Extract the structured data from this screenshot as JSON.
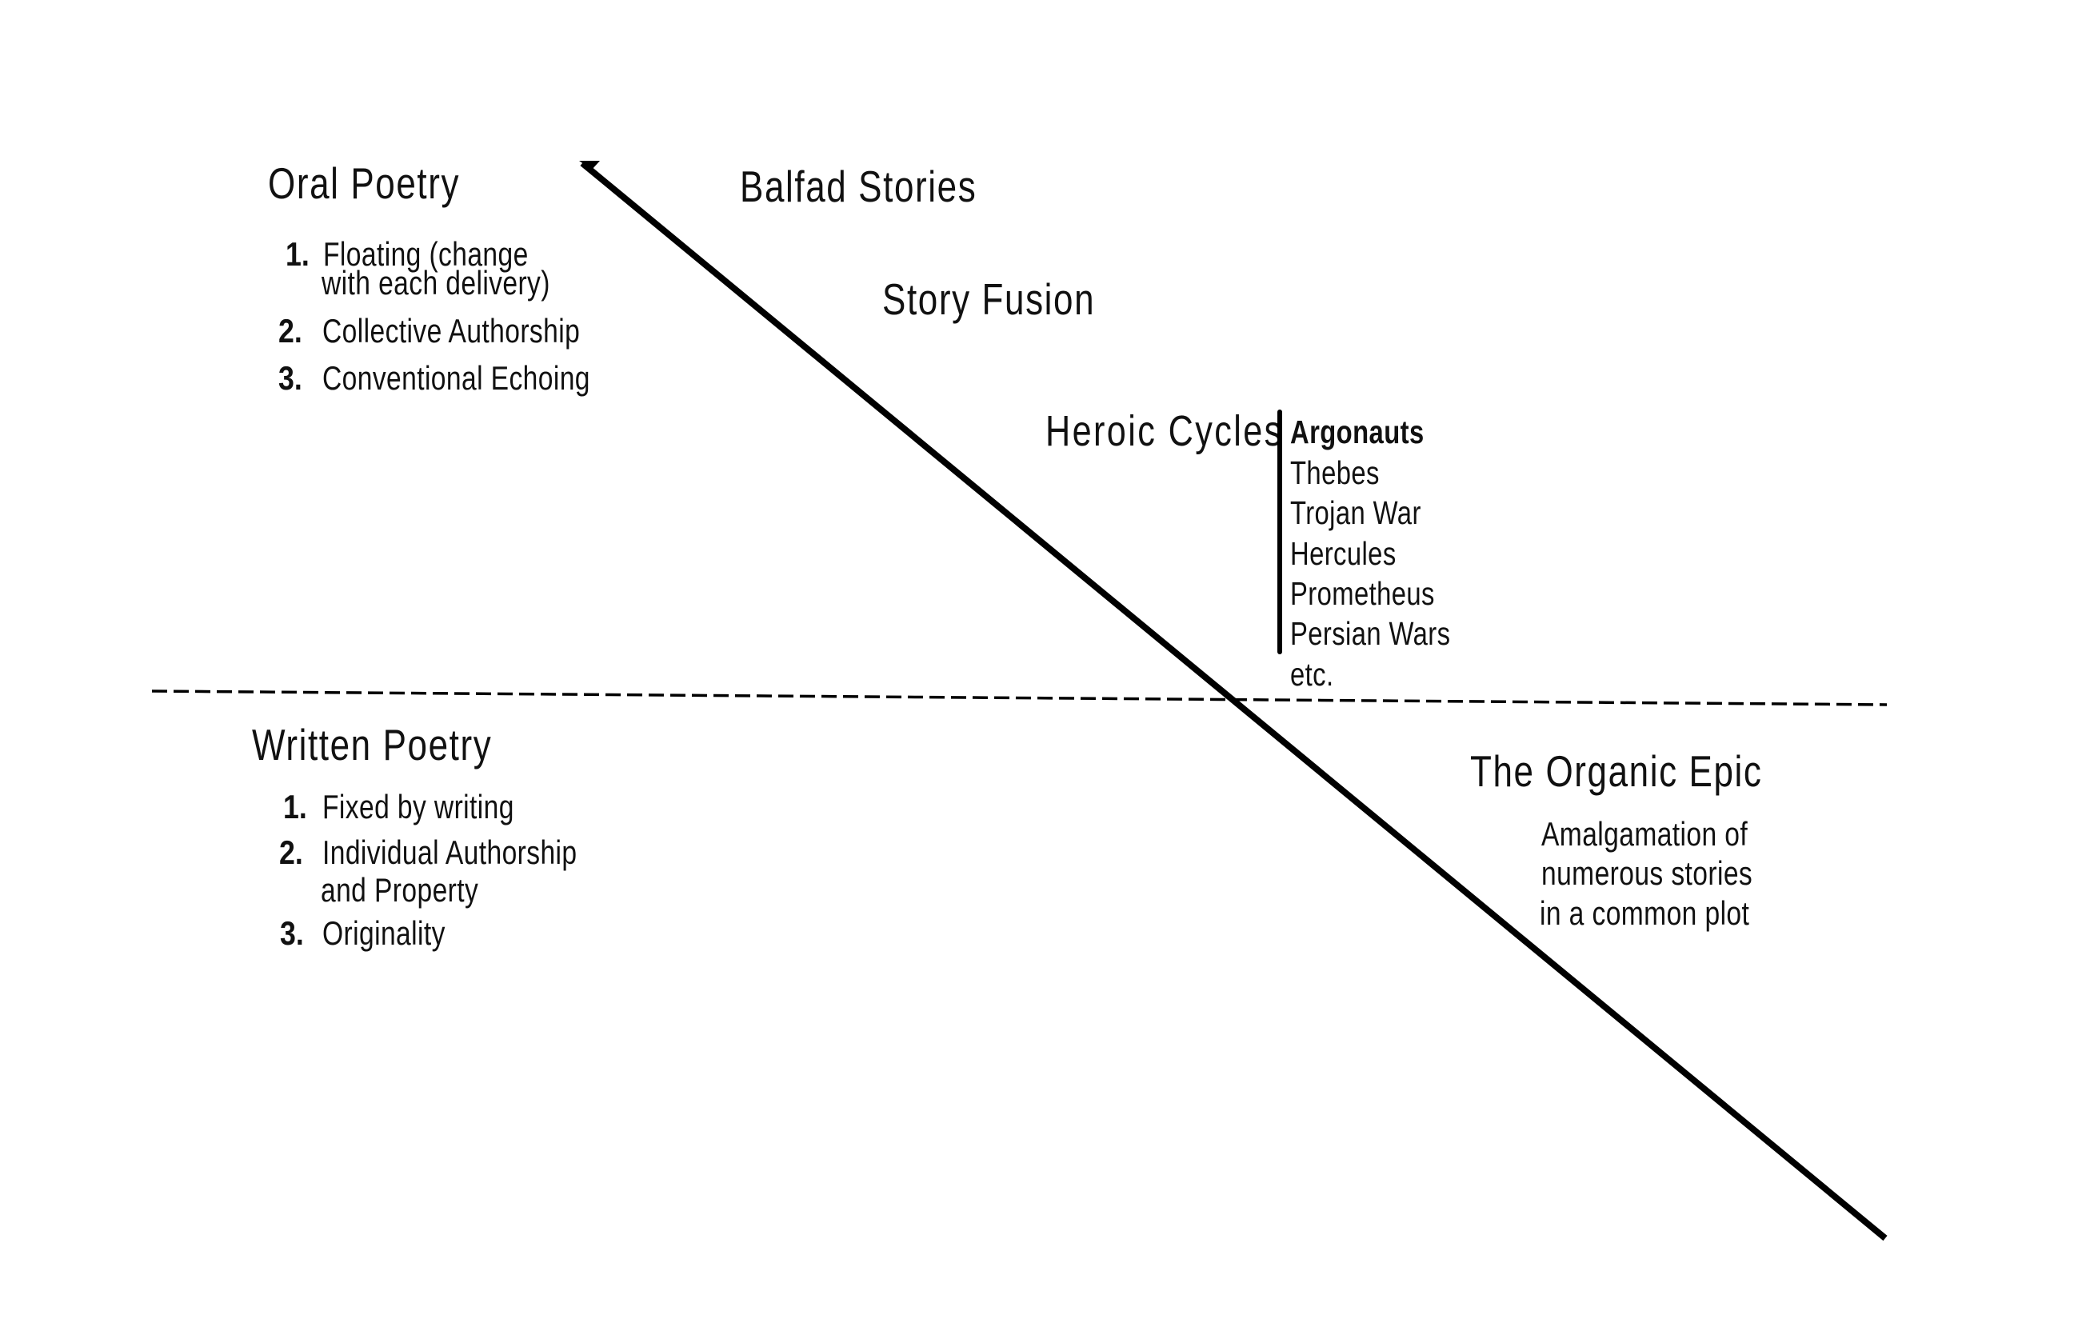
{
  "diagram": {
    "type": "oral-vs-written-poetry-epic-development",
    "colors": {
      "ink": "#000000",
      "background": "#ffffff"
    }
  },
  "oral_poetry": {
    "heading": "Oral Poetry",
    "items": [
      {
        "number": "1.",
        "lines": [
          "Floating (change",
          "with each delivery)"
        ]
      },
      {
        "number": "2.",
        "lines": [
          "Collective  Authorship"
        ]
      },
      {
        "number": "3.",
        "lines": [
          "Conventional Echoing"
        ]
      }
    ]
  },
  "written_poetry": {
    "heading": "Written Poetry",
    "items": [
      {
        "number": "1.",
        "lines": [
          "Fixed by writing"
        ]
      },
      {
        "number": "2.",
        "lines": [
          "Individual Authorship",
          "and Property"
        ]
      },
      {
        "number": "3.",
        "lines": [
          "Originality"
        ]
      }
    ]
  },
  "stages": {
    "ballad_stories": "Balfad Stories",
    "story_fusion": "Story Fusion",
    "heroic_cycles": "Heroic Cycles"
  },
  "heroic_cycles_list": [
    "Argonauts",
    "Thebes",
    "Trojan War",
    "Hercules",
    "Prometheus",
    "Persian Wars",
    "etc."
  ],
  "organic_epic": {
    "heading": "The Organic Epic",
    "description": [
      "Amalgamation of",
      "numerous stories",
      "in a common plot"
    ]
  }
}
